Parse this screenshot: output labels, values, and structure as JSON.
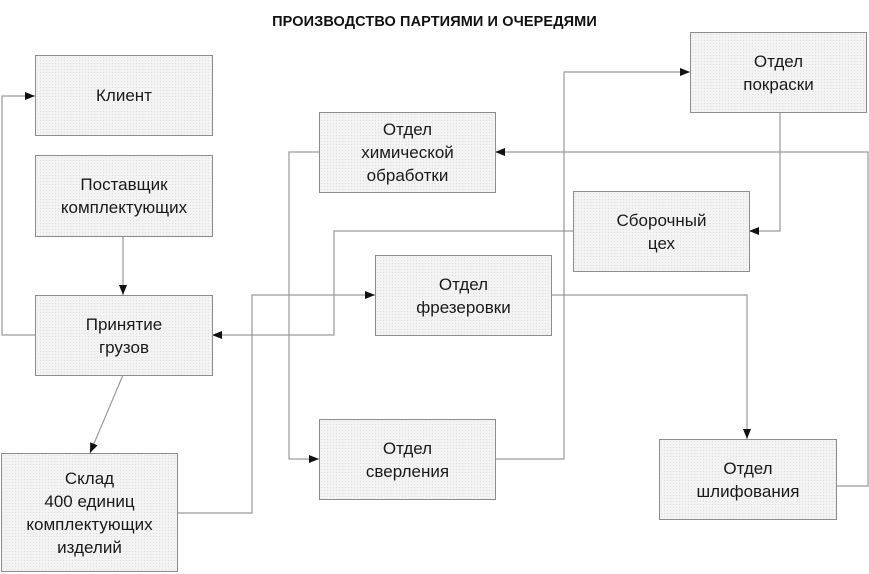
{
  "title": "ПРОИЗВОДСТВО ПАРТИЯМИ И ОЧЕРЕДЯМИ",
  "colors": {
    "line": "#9a9a9a",
    "arrow": "#111111",
    "box_fill": "#f3f3f3",
    "box_border": "#8c8c8c"
  },
  "nodes": {
    "client": {
      "label": "Клиент"
    },
    "supplier": {
      "label": "Поставщик\nкомплектующих"
    },
    "receiving": {
      "label": "Принятие\nгрузов"
    },
    "warehouse": {
      "label": "Склад\n400 единиц\nкомплектующих\nизделий"
    },
    "chemical": {
      "label": "Отдел\nхимической\nобработки"
    },
    "painting": {
      "label": "Отдел\nпокраски"
    },
    "assembly": {
      "label": "Сборочный\nцех"
    },
    "milling": {
      "label": "Отдел\nфрезеровки"
    },
    "drilling": {
      "label": "Отдел\nсверления"
    },
    "grinding": {
      "label": "Отдел\nшлифования"
    }
  },
  "edges": [
    {
      "from": "supplier",
      "to": "receiving"
    },
    {
      "from": "receiving",
      "to": "client"
    },
    {
      "from": "receiving",
      "to": "warehouse"
    },
    {
      "from": "warehouse",
      "to": "milling"
    },
    {
      "from": "assembly",
      "to": "receiving"
    },
    {
      "from": "chemical",
      "to": "drilling"
    },
    {
      "from": "drilling",
      "to": "painting"
    },
    {
      "from": "painting",
      "to": "assembly"
    },
    {
      "from": "milling",
      "to": "grinding"
    },
    {
      "from": "grinding",
      "to": "chemical"
    }
  ]
}
